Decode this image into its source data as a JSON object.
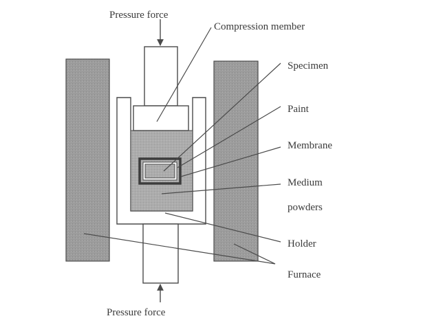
{
  "diagram": {
    "labels": {
      "pressure_force_top": "Pressure force",
      "compression_member": "Compression member",
      "specimen": "Specimen",
      "paint": "Paint",
      "membrane": "Membrane",
      "medium_line1": "Medium",
      "medium_line2": "powders",
      "holder": "Holder",
      "furnace": "Furnace",
      "pressure_force_bottom": "Pressure force"
    },
    "colors": {
      "furnace_fill": "#9a9a9a",
      "medium_fill": "#aaaaaa",
      "outline": "#4a4a4a",
      "membrane_stroke": "#3c3c3c",
      "text": "#3a3a3a",
      "background": "#ffffff"
    }
  }
}
